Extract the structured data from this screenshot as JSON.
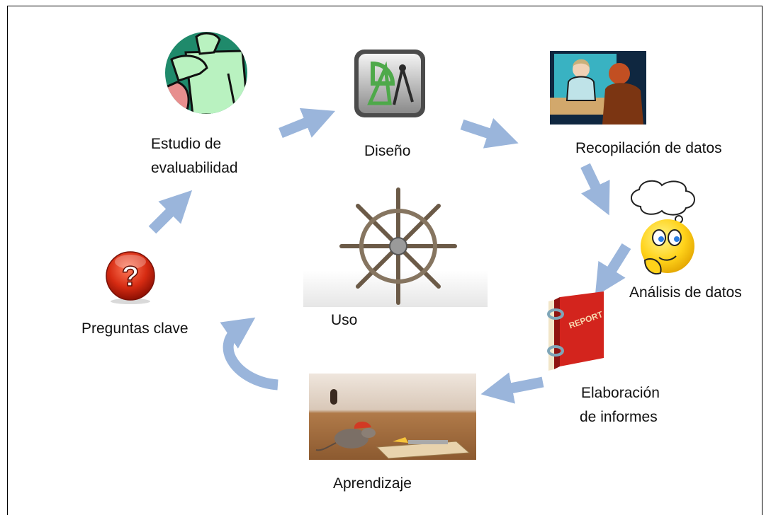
{
  "diagram": {
    "steps": {
      "estudio_l1": "Estudio de",
      "estudio_l2": "evaluabilidad",
      "diseno": "Diseño",
      "recopilacion": "Recopilación de datos",
      "analisis": "Análisis de datos",
      "elaboracion_l1": "Elaboración",
      "elaboracion_l2": "de informes",
      "aprendizaje": "Aprendizaje",
      "uso": "Uso",
      "preguntas": "Preguntas clave"
    },
    "report_cover_text": "REPORT",
    "question_mark": "?",
    "colors": {
      "arrow": "#9ab5db",
      "frame": "#000000"
    },
    "icons": [
      "clipboard-icon",
      "drafting-tools-icon",
      "interview-icon",
      "thinking-smiley-icon",
      "report-binder-icon",
      "mouse-trap-photo",
      "ship-wheel-icon",
      "question-button-icon"
    ]
  }
}
